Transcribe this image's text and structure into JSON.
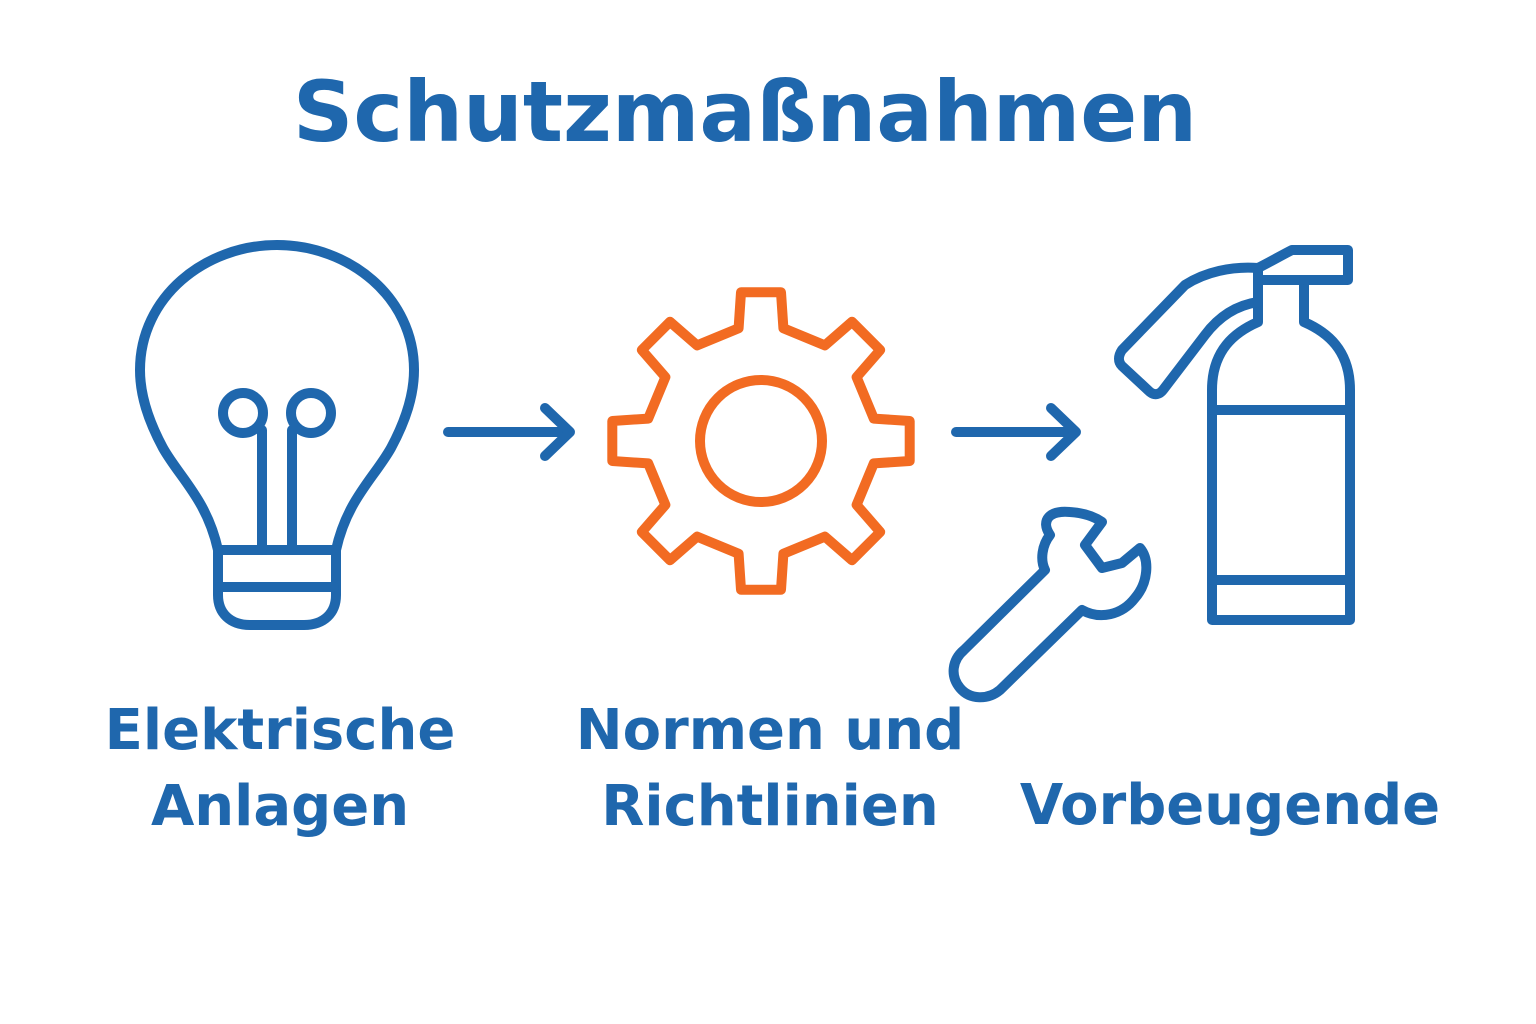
{
  "title": "Schutzmaßnahmen",
  "steps": [
    {
      "lines": [
        "Elektrische",
        "Anlagen"
      ],
      "icon": "light-bulb-icon"
    },
    {
      "lines": [
        "Normen und",
        "Richtlinien"
      ],
      "icon": "gear-icon"
    },
    {
      "lines": [
        "Vorbeugende"
      ],
      "icon": "fire-extinguisher-icon"
    }
  ],
  "extra_icon": "wrench-icon",
  "colors": {
    "primary": "#1f67ad",
    "accent": "#f26b22",
    "background": "#ffffff"
  }
}
